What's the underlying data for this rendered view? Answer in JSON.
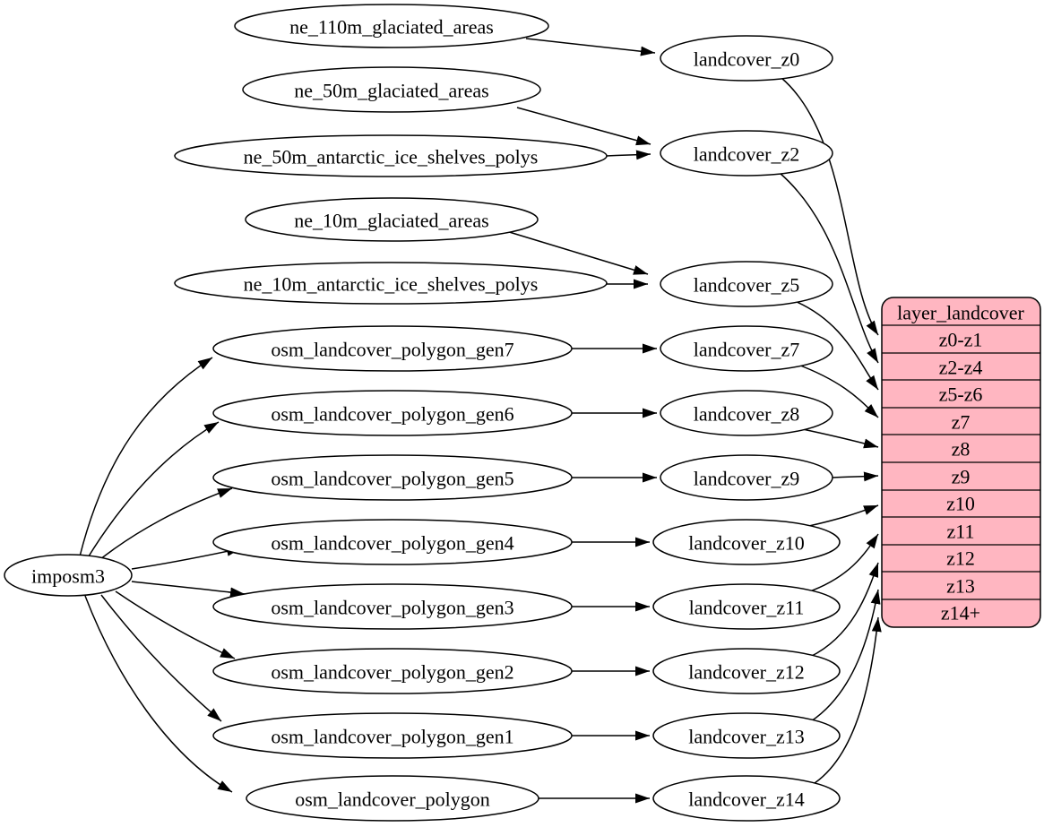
{
  "diagram": {
    "kind": "etl-dependency-graph",
    "colors": {
      "background": "#ffffff",
      "node_fill": "#ffffff",
      "node_stroke": "#000000",
      "edge": "#000000",
      "record_fill": "#ffb6c1"
    },
    "nodes": {
      "imposm3": "imposm3",
      "ne_110m_glaciated_areas": "ne_110m_glaciated_areas",
      "ne_50m_glaciated_areas": "ne_50m_glaciated_areas",
      "ne_50m_antarctic_ice_shelves_polys": "ne_50m_antarctic_ice_shelves_polys",
      "ne_10m_glaciated_areas": "ne_10m_glaciated_areas",
      "ne_10m_antarctic_ice_shelves_polys": "ne_10m_antarctic_ice_shelves_polys",
      "osm_landcover_polygon_gen7": "osm_landcover_polygon_gen7",
      "osm_landcover_polygon_gen6": "osm_landcover_polygon_gen6",
      "osm_landcover_polygon_gen5": "osm_landcover_polygon_gen5",
      "osm_landcover_polygon_gen4": "osm_landcover_polygon_gen4",
      "osm_landcover_polygon_gen3": "osm_landcover_polygon_gen3",
      "osm_landcover_polygon_gen2": "osm_landcover_polygon_gen2",
      "osm_landcover_polygon_gen1": "osm_landcover_polygon_gen1",
      "osm_landcover_polygon": "osm_landcover_polygon",
      "landcover_z0": "landcover_z0",
      "landcover_z2": "landcover_z2",
      "landcover_z5": "landcover_z5",
      "landcover_z7": "landcover_z7",
      "landcover_z8": "landcover_z8",
      "landcover_z9": "landcover_z9",
      "landcover_z10": "landcover_z10",
      "landcover_z11": "landcover_z11",
      "landcover_z12": "landcover_z12",
      "landcover_z13": "landcover_z13",
      "landcover_z14": "landcover_z14"
    },
    "record": {
      "title": "layer_landcover",
      "rows": [
        "z0-z1",
        "z2-z4",
        "z5-z6",
        "z7",
        "z8",
        "z9",
        "z10",
        "z11",
        "z12",
        "z13",
        "z14+"
      ]
    },
    "edges": [
      [
        "ne_110m_glaciated_areas",
        "landcover_z0"
      ],
      [
        "ne_50m_glaciated_areas",
        "landcover_z2"
      ],
      [
        "ne_50m_antarctic_ice_shelves_polys",
        "landcover_z2"
      ],
      [
        "ne_10m_glaciated_areas",
        "landcover_z5"
      ],
      [
        "ne_10m_antarctic_ice_shelves_polys",
        "landcover_z5"
      ],
      [
        "imposm3",
        "osm_landcover_polygon_gen7"
      ],
      [
        "imposm3",
        "osm_landcover_polygon_gen6"
      ],
      [
        "imposm3",
        "osm_landcover_polygon_gen5"
      ],
      [
        "imposm3",
        "osm_landcover_polygon_gen4"
      ],
      [
        "imposm3",
        "osm_landcover_polygon_gen3"
      ],
      [
        "imposm3",
        "osm_landcover_polygon_gen2"
      ],
      [
        "imposm3",
        "osm_landcover_polygon_gen1"
      ],
      [
        "imposm3",
        "osm_landcover_polygon"
      ],
      [
        "osm_landcover_polygon_gen7",
        "landcover_z7"
      ],
      [
        "osm_landcover_polygon_gen6",
        "landcover_z8"
      ],
      [
        "osm_landcover_polygon_gen5",
        "landcover_z9"
      ],
      [
        "osm_landcover_polygon_gen4",
        "landcover_z10"
      ],
      [
        "osm_landcover_polygon_gen3",
        "landcover_z11"
      ],
      [
        "osm_landcover_polygon_gen2",
        "landcover_z12"
      ],
      [
        "osm_landcover_polygon_gen1",
        "landcover_z13"
      ],
      [
        "osm_landcover_polygon",
        "landcover_z14"
      ],
      [
        "landcover_z0",
        "layer_landcover:z0-z1"
      ],
      [
        "landcover_z2",
        "layer_landcover:z2-z4"
      ],
      [
        "landcover_z5",
        "layer_landcover:z5-z6"
      ],
      [
        "landcover_z7",
        "layer_landcover:z7"
      ],
      [
        "landcover_z8",
        "layer_landcover:z8"
      ],
      [
        "landcover_z9",
        "layer_landcover:z9"
      ],
      [
        "landcover_z10",
        "layer_landcover:z10"
      ],
      [
        "landcover_z11",
        "layer_landcover:z11"
      ],
      [
        "landcover_z12",
        "layer_landcover:z12"
      ],
      [
        "landcover_z13",
        "layer_landcover:z13"
      ],
      [
        "landcover_z14",
        "layer_landcover:z14+"
      ]
    ]
  }
}
